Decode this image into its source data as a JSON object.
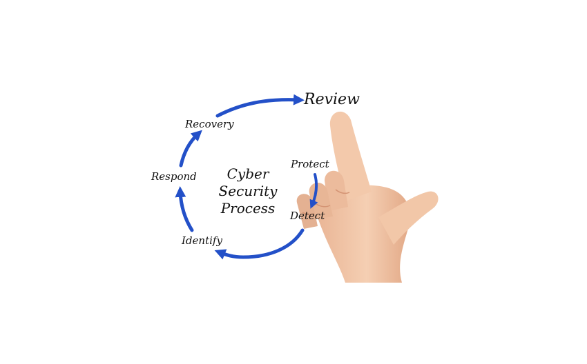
{
  "diagram": {
    "center_title": [
      "Cyber",
      "Security",
      "Process"
    ],
    "steps": {
      "review": "Review",
      "recovery": "Recovery",
      "respond": "Respond",
      "protect": "Protect",
      "detect": "Detect",
      "identify": "Identify"
    }
  },
  "colors": {
    "arrow": "#2350c8",
    "text": "#111111",
    "skin": "#f0c4a4",
    "skin_shadow": "#d99c7a",
    "background": "#ffffff"
  },
  "icons": [
    "hand-pointing-icon"
  ]
}
